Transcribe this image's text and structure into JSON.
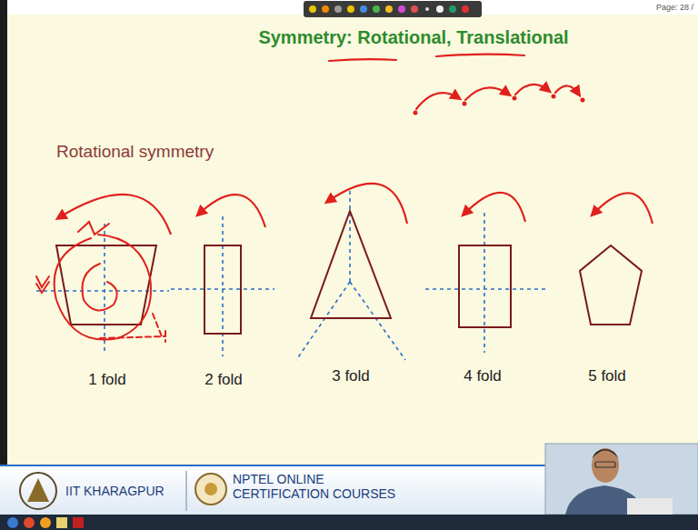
{
  "diagram": {
    "title": "Symmetry: Rotational, Translational",
    "labels": [
      "Page: 28 /",
      "Rotational symmetry",
      "1 fold",
      "2 fold",
      "3 fold",
      "4 fold",
      "5 fold",
      "IIT KHARAGPUR",
      "NPTEL ONLINE CERTIFICATION COURSES"
    ]
  }
}
